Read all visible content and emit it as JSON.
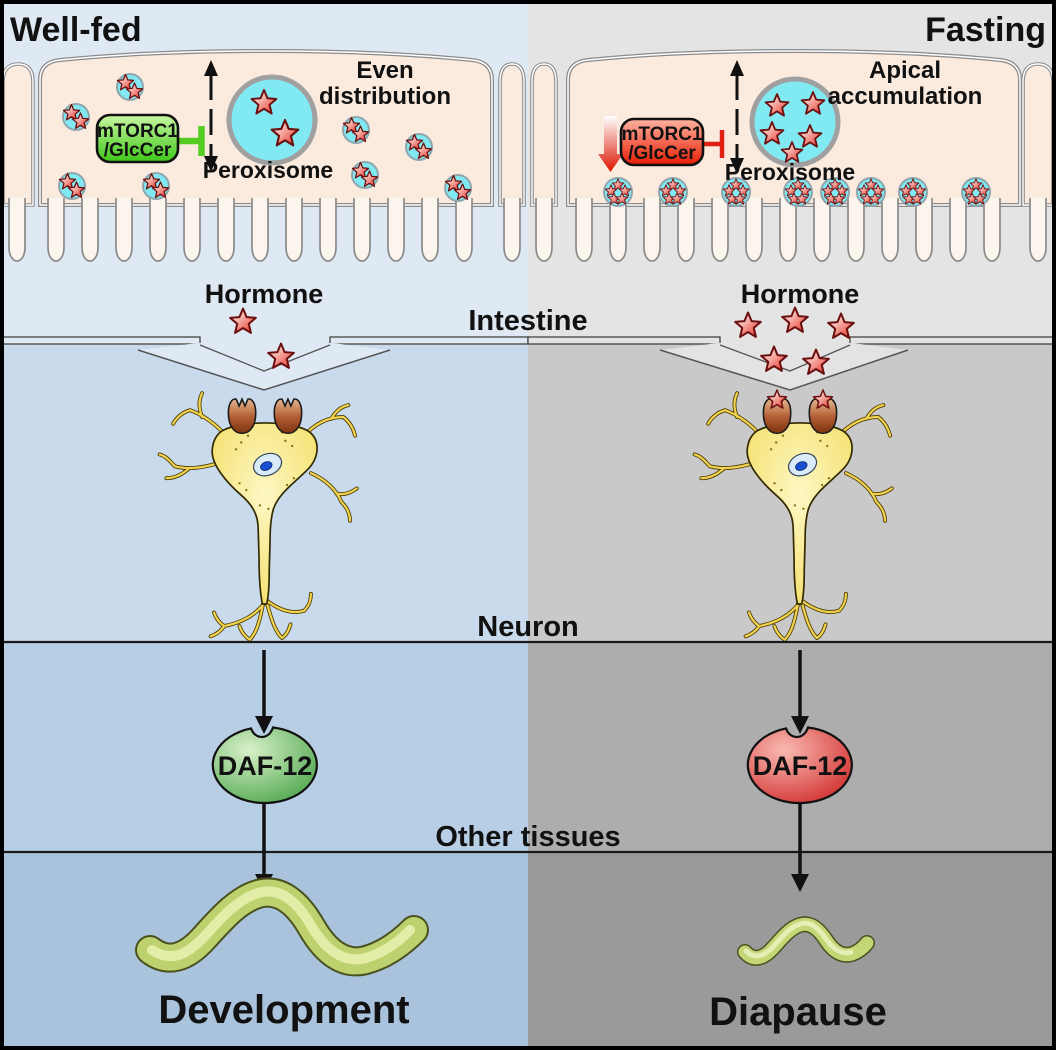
{
  "titles": {
    "left": "Well-fed",
    "right": "Fasting"
  },
  "left_panel": {
    "distribution_line1": "Even",
    "distribution_line2": "distribution",
    "complex_line1": "mTORC1",
    "complex_line2": "/GlcCer",
    "peroxisome_label": "Peroxisome",
    "hormone_label": "Hormone",
    "daf12_label": "DAF-12",
    "outcome_label": "Development"
  },
  "right_panel": {
    "distribution_line1": "Apical",
    "distribution_line2": "accumulation",
    "complex_line1": "mTORC1",
    "complex_line2": "/GlcCer",
    "peroxisome_label": "Peroxisome",
    "hormone_label": "Hormone",
    "daf12_label": "DAF-12",
    "outcome_label": "Diapause"
  },
  "sections": {
    "intestine": "Intestine",
    "neuron": "Neuron",
    "other_tissues": "Other tissues"
  },
  "colors": {
    "wellfed_accent": "#44cc22",
    "fasting_accent": "#e02010",
    "peroxisome_fill": "#80e9f2",
    "hormone_star": "#e62820",
    "daf12_wellfed": "#3f9e3f",
    "daf12_fasting": "#cc1f1f",
    "worm_body": "#bdd26e",
    "cell_interior": "#fbebdf"
  }
}
